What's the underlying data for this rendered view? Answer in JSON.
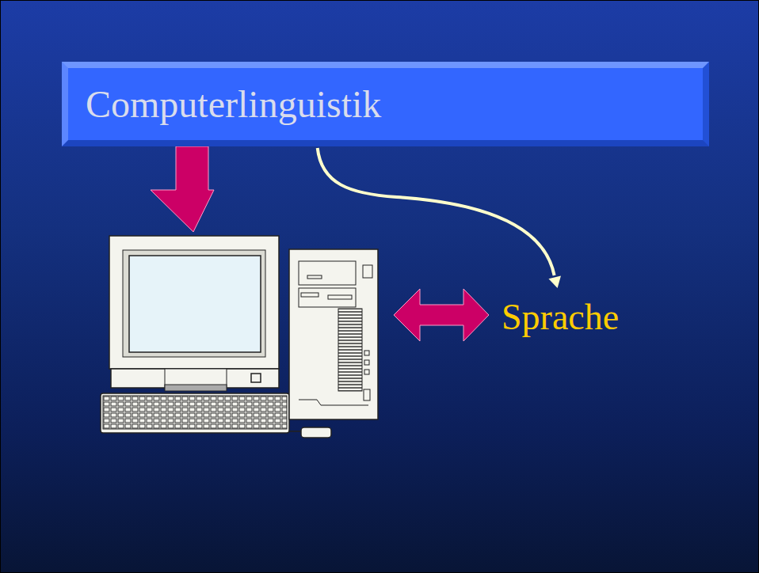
{
  "diagram": {
    "nodes": [
      {
        "text": [
          "Computerlinguistik"
        ]
      },
      {
        "text": [
          "Sprache"
        ]
      }
    ],
    "edges": [
      {
        "from": 0,
        "to": 1,
        "arrow": "to"
      }
    ]
  }
}
